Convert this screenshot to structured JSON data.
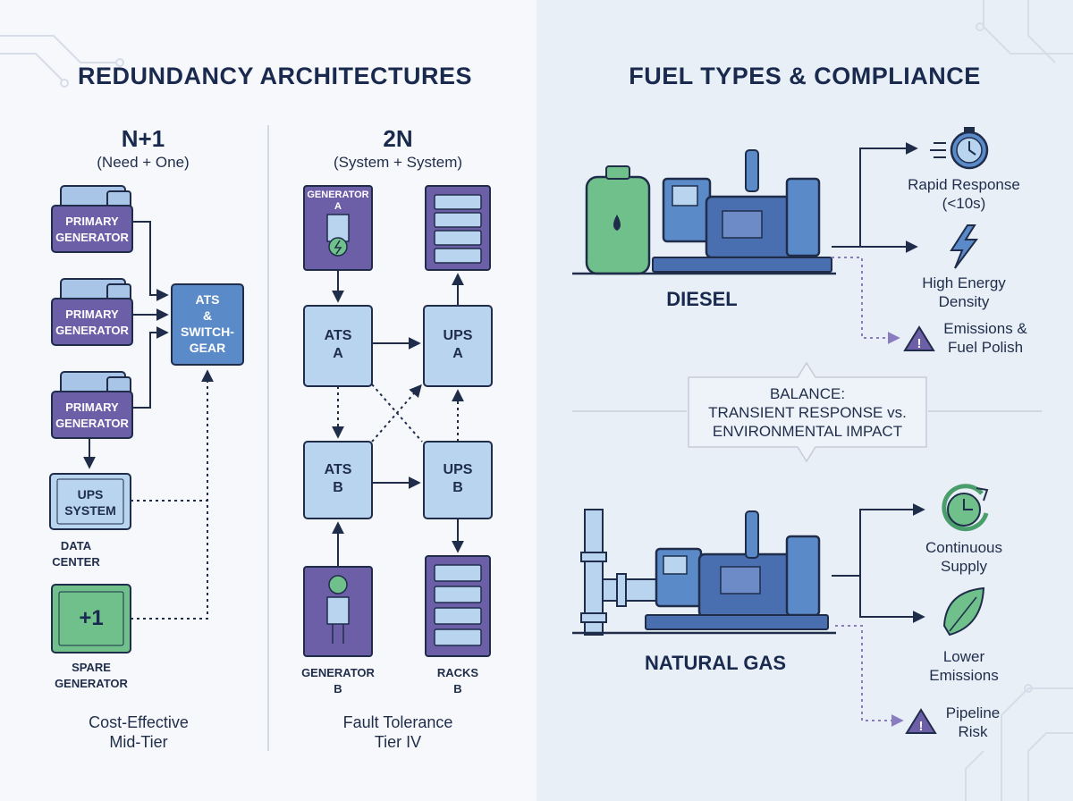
{
  "left": {
    "title": "REDUNDANCY ARCHITECTURES",
    "n1": {
      "heading": "N+1",
      "subheading": "(Need + One)",
      "generators": [
        {
          "line1": "PRIMARY",
          "line2": "GENERATOR"
        },
        {
          "line1": "PRIMARY",
          "line2": "GENERATOR"
        },
        {
          "line1": "PRIMARY",
          "line2": "GENERATOR"
        }
      ],
      "ats": [
        "ATS",
        "&",
        "SWITCH-",
        "GEAR"
      ],
      "ups": [
        "UPS",
        "SYSTEM"
      ],
      "datacenter": [
        "DATA",
        "CENTER"
      ],
      "spare_badge": "+1",
      "spare": [
        "SPARE",
        "GENERATOR"
      ],
      "footer": [
        "Cost-Effective",
        "Mid-Tier"
      ]
    },
    "twoN": {
      "heading": "2N",
      "subheading": "(System + System)",
      "gen_a": [
        "GENERATOR",
        "A"
      ],
      "ats_a": [
        "ATS",
        "A"
      ],
      "ups_a": [
        "UPS",
        "A"
      ],
      "ats_b": [
        "ATS",
        "B"
      ],
      "ups_b": [
        "UPS",
        "B"
      ],
      "gen_b": [
        "GENERATOR",
        "B"
      ],
      "racks_b": [
        "RACKS",
        "B"
      ],
      "footer": [
        "Fault Tolerance",
        "Tier IV"
      ]
    }
  },
  "right": {
    "title": "FUEL TYPES & COMPLIANCE",
    "diesel": {
      "label": "DIESEL",
      "attributes": [
        {
          "icon": "stopwatch-icon",
          "lines": [
            "Rapid Response",
            "(<10s)"
          ]
        },
        {
          "icon": "lightning-icon",
          "lines": [
            "High Energy",
            "Density"
          ]
        },
        {
          "icon": "warning-icon",
          "lines": [
            "Emissions &",
            "Fuel Polish"
          ]
        }
      ]
    },
    "balance": [
      "BALANCE:",
      "TRANSIENT RESPONSE vs.",
      "ENVIRONMENTAL IMPACT"
    ],
    "gas": {
      "label": "NATURAL GAS",
      "attributes": [
        {
          "icon": "cycle-clock-icon",
          "lines": [
            "Continuous",
            "Supply"
          ]
        },
        {
          "icon": "leaf-icon",
          "lines": [
            "Lower",
            "Emissions"
          ]
        },
        {
          "icon": "warning-icon",
          "lines": [
            "Pipeline",
            "Risk"
          ]
        }
      ]
    }
  },
  "colors": {
    "navy": "#1f2d4a",
    "purple": "#6d5ea8",
    "light_blue": "#b8d4ef",
    "mid_blue": "#5b8ac9",
    "green": "#6fc08a",
    "right_bg": "#e8eff7",
    "warning_purple": "#8a7cc0"
  }
}
